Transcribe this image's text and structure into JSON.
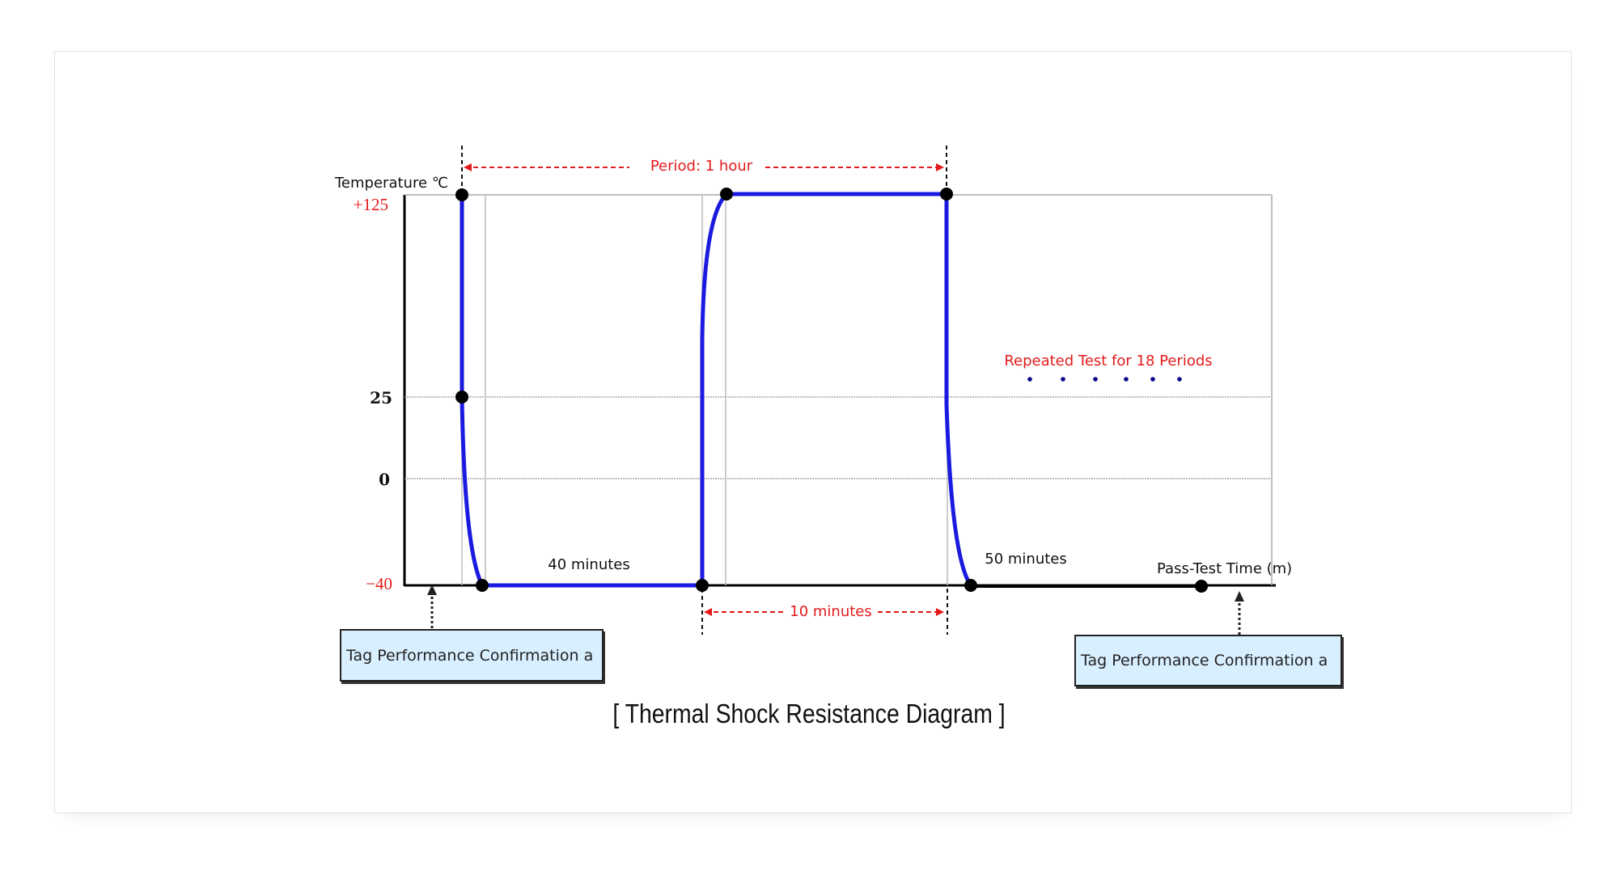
{
  "diagram": {
    "y_axis_title": "Temperature ℃",
    "y_labels": {
      "top": "+125",
      "mid_high": "25",
      "zero": "0",
      "bottom": "−40"
    },
    "period_label": "Period: 1 hour",
    "repeated_label": "Repeated Test for 18 Periods",
    "segment_labels": {
      "forty": "40 minutes",
      "fifty": "50 minutes",
      "ten": "10 minutes"
    },
    "x_axis_title": "Pass-Test Time (m)",
    "confirm_left": "Tag Performance Confirmation a",
    "confirm_right": "Tag Performance Confirmation a",
    "caption": "[ Thermal Shock Resistance Diagram ]"
  },
  "colors": {
    "curve": "#1a1ae0",
    "annotation_red": "#e31b1b",
    "box_fill": "#d8efff",
    "dots": "#0a0a8a"
  }
}
